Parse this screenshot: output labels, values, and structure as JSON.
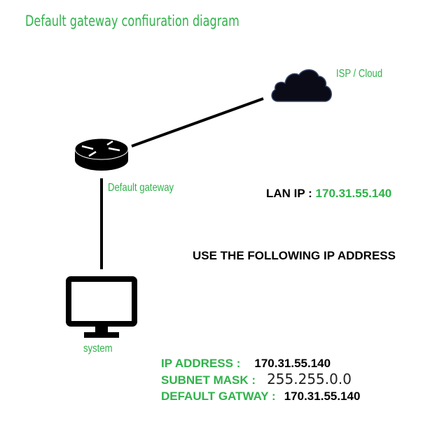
{
  "title": "Default gateway confiuration diagram",
  "nodes": {
    "cloud": {
      "label": "ISP / Cloud",
      "icon": "cloud-icon"
    },
    "router": {
      "label": "Default gateway",
      "icon": "router-icon"
    },
    "system": {
      "label": "system",
      "icon": "monitor-icon"
    }
  },
  "lan_ip": {
    "label": "LAN IP :",
    "value": "170.31.55.140"
  },
  "instruction": "USE THE FOLLOWING IP ADDRESS",
  "config": [
    {
      "label": "IP ADDRESS :",
      "value": "170.31.55.140"
    },
    {
      "label": "SUBNET MASK :",
      "value": "255.255.0.0"
    },
    {
      "label": "DEFAULT GATWAY :",
      "value": "170.31.55.140"
    }
  ],
  "colors": {
    "accent": "#2fb34a",
    "text": "#000000"
  }
}
